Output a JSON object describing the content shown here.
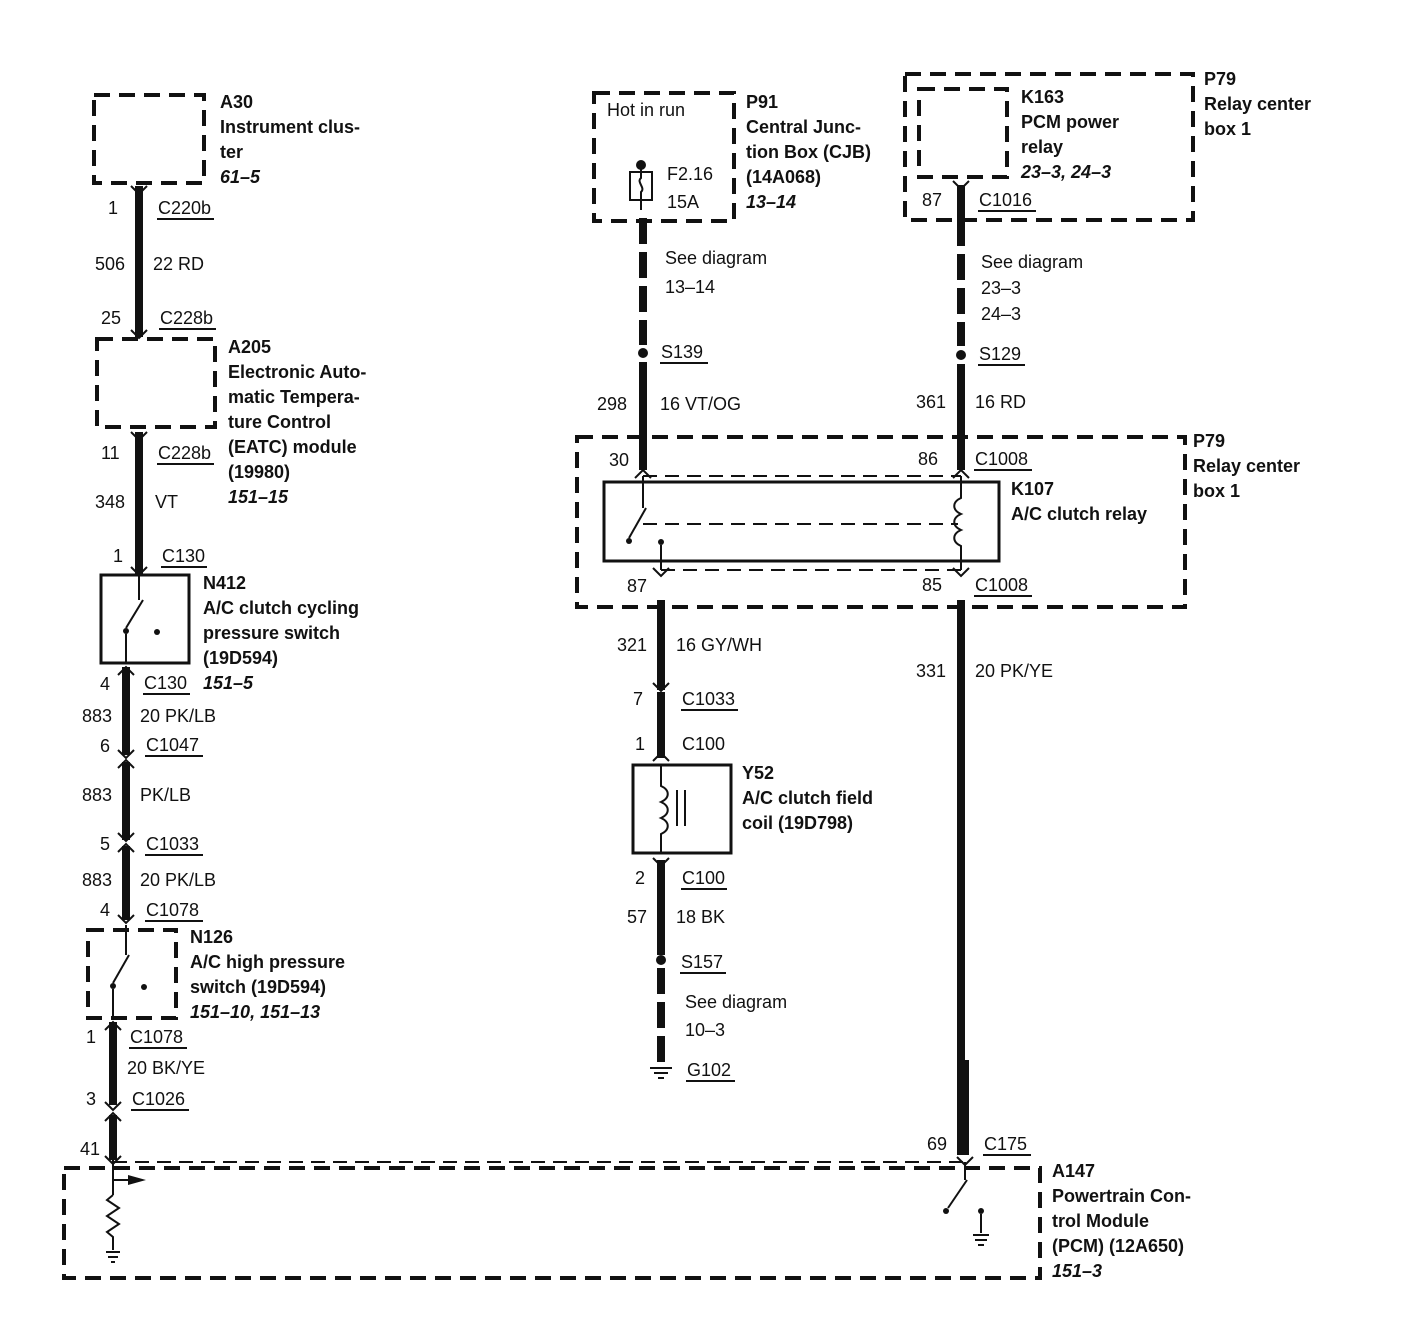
{
  "components": {
    "a30": {
      "id": "A30",
      "lines": [
        "Instrument clus-",
        "ter"
      ],
      "ref": "61–5"
    },
    "a205": {
      "id": "A205",
      "lines": [
        "Electronic Auto-",
        "matic Tempera-",
        "ture Control",
        "(EATC) module",
        "(19980)"
      ],
      "ref": "151–15"
    },
    "n412": {
      "id": "N412",
      "lines": [
        "A/C clutch cycling",
        "pressure switch",
        "(19D594)"
      ],
      "ref": "151–5"
    },
    "n126": {
      "id": "N126",
      "lines": [
        "A/C high pressure",
        "switch (19D594)"
      ],
      "ref": "151–10, 151–13"
    },
    "p91": {
      "id": "P91",
      "lines": [
        "Central Junc-",
        "tion Box (CJB)",
        "(14A068)"
      ],
      "ref": "13–14",
      "inner": "Hot in run",
      "fuse": "F2.16",
      "amps": "15A"
    },
    "k163": {
      "id": "K163",
      "lines": [
        "PCM power",
        "relay"
      ],
      "ref": "23–3, 24–3"
    },
    "p79_top": {
      "id": "P79",
      "lines": [
        "Relay center",
        "box 1"
      ]
    },
    "p79_mid": {
      "id": "P79",
      "lines": [
        "Relay center",
        "box 1"
      ]
    },
    "k107": {
      "id": "K107",
      "lines": [
        "A/C clutch relay"
      ]
    },
    "y52": {
      "id": "Y52",
      "lines": [
        "A/C clutch field",
        "coil (19D798)"
      ]
    },
    "a147": {
      "id": "A147",
      "lines": [
        "Powertrain Con-",
        "trol Module",
        "(PCM) (12A650)"
      ],
      "ref": "151–3"
    }
  },
  "left_branch": {
    "c220b": {
      "pin": "1",
      "conn": "C220b"
    },
    "w506": {
      "circuit": "506",
      "wire": "22 RD"
    },
    "c228b_top": {
      "pin": "25",
      "conn": "C228b"
    },
    "c228b_bot": {
      "pin": "11",
      "conn": "C228b"
    },
    "w348": {
      "circuit": "348",
      "wire": "VT"
    },
    "c130_top": {
      "pin": "1",
      "conn": "C130"
    },
    "c130_bot": {
      "pin": "4",
      "conn": "C130"
    },
    "w883a": {
      "circuit": "883",
      "wire": "20 PK/LB"
    },
    "c1047": {
      "pin": "6",
      "conn": "C1047"
    },
    "w883b": {
      "circuit": "883",
      "wire": "PK/LB"
    },
    "c1033": {
      "pin": "5",
      "conn": "C1033"
    },
    "w883c": {
      "circuit": "883",
      "wire": "20 PK/LB"
    },
    "c1078_top": {
      "pin": "4",
      "conn": "C1078"
    },
    "c1078_bot": {
      "pin": "1",
      "conn": "C1078"
    },
    "w_bkye": {
      "wire": "20 BK/YE"
    },
    "c1026": {
      "pin": "3",
      "conn": "C1026"
    },
    "pcm_pin": {
      "pin": "41"
    }
  },
  "middle_branch": {
    "see1": [
      "See diagram",
      "13–14"
    ],
    "s139": "S139",
    "w298": {
      "circuit": "298",
      "wire": "16 VT/OG"
    },
    "pin30": "30",
    "pin87": "87",
    "w321": {
      "circuit": "321",
      "wire": "16 GY/WH"
    },
    "c1033": {
      "pin": "7",
      "conn": "C1033"
    },
    "c100_top": {
      "pin": "1",
      "conn": "C100"
    },
    "c100_bot": {
      "pin": "2",
      "conn": "C100"
    },
    "w57": {
      "circuit": "57",
      "wire": "18 BK"
    },
    "s157": "S157",
    "see2": [
      "See diagram",
      "10–3"
    ],
    "g102": "G102"
  },
  "right_branch": {
    "c1016": {
      "pin": "87",
      "conn": "C1016"
    },
    "see": [
      "See diagram",
      "23–3",
      "24–3"
    ],
    "s129": "S129",
    "w361": {
      "circuit": "361",
      "wire": "16 RD"
    },
    "c1008_top": {
      "pin": "86",
      "conn": "C1008"
    },
    "c1008_bot": {
      "pin": "85",
      "conn": "C1008"
    },
    "w331": {
      "circuit": "331",
      "wire": "20 PK/YE"
    },
    "c175": {
      "pin": "69",
      "conn": "C175"
    }
  }
}
